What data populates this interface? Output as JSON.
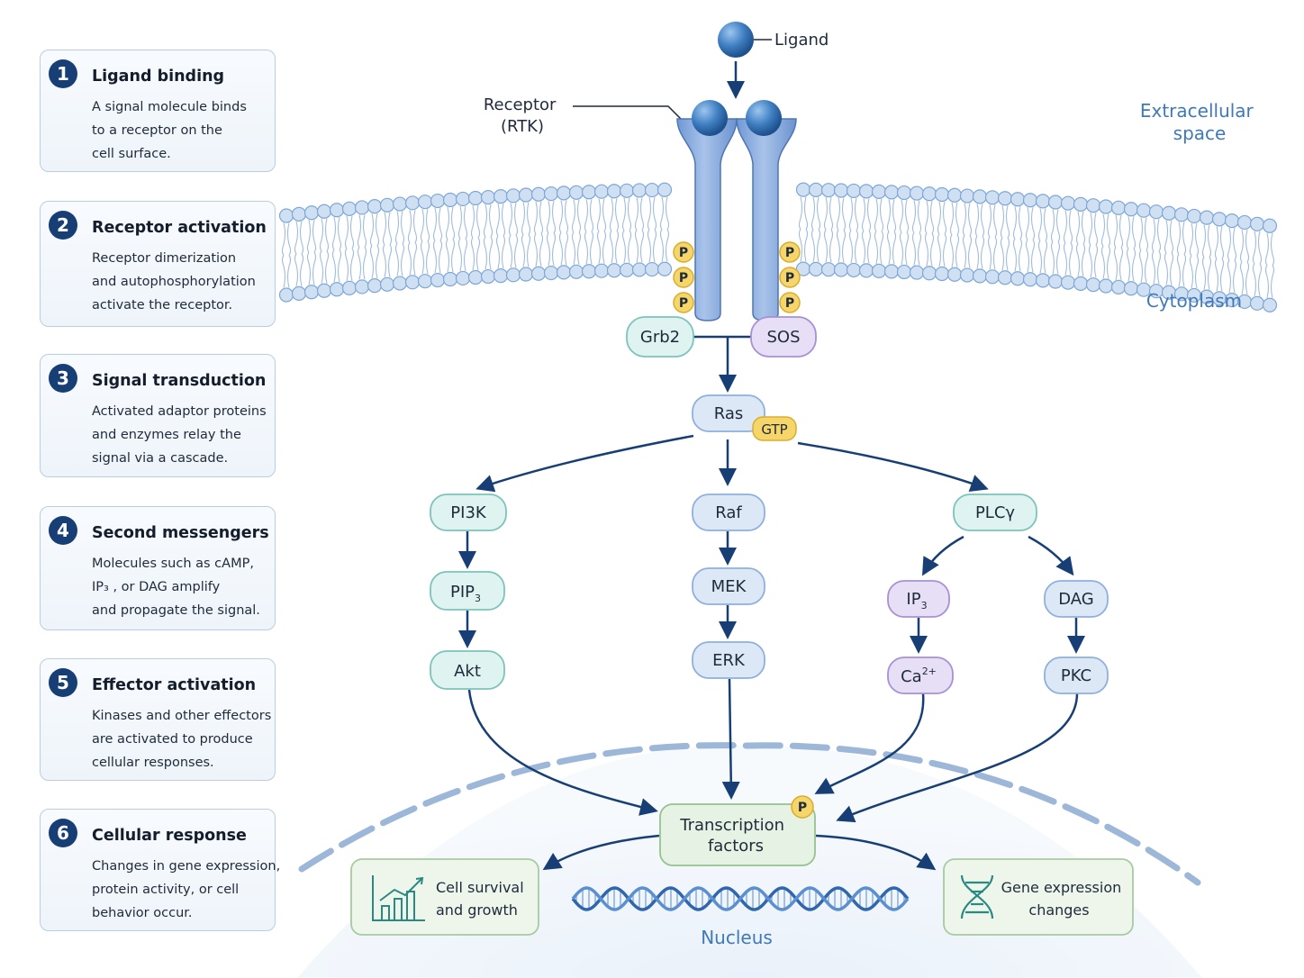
{
  "steps": [
    {
      "num": "1",
      "title": "Ligand binding",
      "lines": [
        "A signal molecule binds",
        "to a receptor on the",
        "cell surface."
      ]
    },
    {
      "num": "2",
      "title": "Receptor activation",
      "lines": [
        "Receptor dimerization",
        "and autophosphorylation",
        "activate the receptor."
      ]
    },
    {
      "num": "3",
      "title": "Signal transduction",
      "lines": [
        "Activated adaptor proteins",
        "and enzymes relay the",
        "signal via a cascade."
      ]
    },
    {
      "num": "4",
      "title": "Second messengers",
      "lines": [
        "Molecules such as cAMP,",
        "IP₃ , or DAG amplify",
        "and propagate the signal."
      ]
    },
    {
      "num": "5",
      "title": "Effector activation",
      "lines": [
        "Kinases and other effectors",
        "are activated to produce",
        "cellular responses."
      ]
    },
    {
      "num": "6",
      "title": "Cellular response",
      "lines": [
        "Changes in gene expression,",
        "protein activity, or cell",
        "behavior occur."
      ]
    }
  ],
  "regions": {
    "extracellular": [
      "Extracellular",
      "space"
    ],
    "cytoplasm": "Cytoplasm",
    "nucleus": "Nucleus"
  },
  "labels": {
    "ligand": "Ligand",
    "receptor": [
      "Receptor",
      "(RTK)"
    ],
    "phospho": "P",
    "gtp": "GTP"
  },
  "nodes": {
    "grb2": "Grb2",
    "sos": "SOS",
    "ras": "Ras",
    "pi3k": "PI3K",
    "pip3": "PIP",
    "pip3_sub": "3",
    "akt": "Akt",
    "raf": "Raf",
    "mek": "MEK",
    "erk": "ERK",
    "plcg": "PLCγ",
    "ip3": "IP",
    "ip3_sub": "3",
    "ca": "Ca",
    "ca_sup": "2+",
    "dag": "DAG",
    "pkc": "PKC",
    "tf": [
      "Transcription",
      "factors"
    ]
  },
  "outcomes": {
    "survival": [
      "Cell survival",
      "and growth"
    ],
    "gene": [
      "Gene expression",
      "changes"
    ]
  },
  "colors": {
    "navy": "#173f75",
    "membrane_blue": "#8fb3dc",
    "teal_node": "#dff3f0",
    "blue_node": "#dde8f7",
    "purple_node": "#e6dff5",
    "green_node": "#e6f2e3",
    "phospho_yellow": "#f6d66a"
  }
}
